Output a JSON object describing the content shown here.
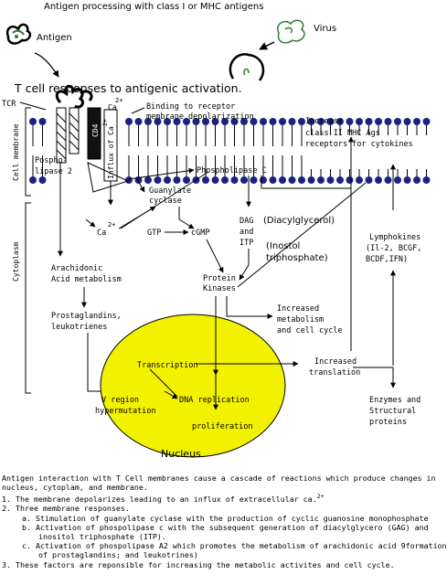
{
  "diagram": {
    "title": "Antigen processing with class I or MHC antigens",
    "antigen_label": "Antigen",
    "virus_label": "Virus",
    "subtitle": "T cell responses to antigenic activation.",
    "tcr_label": "TCR",
    "cd4_label": "CD4",
    "ca_top_label": "Ca",
    "ca_top_sup": "2+",
    "influx_label": "Influx of Ca",
    "influx_sup": "2+",
    "binding_label_1": "Binding to receptor",
    "binding_label_2": "membrane depolarization",
    "increase_label_1": "Increase",
    "increase_label_2": "class II MHC Ags",
    "increase_label_3": "receptors for cytokines",
    "cell_membrane_label": "Cell membrane",
    "cytoplasm_label": "Cytoplasm",
    "phospholipase2_label_1": "Pospho-",
    "phospholipase2_label_2": "lipase 2",
    "phospholipaseC_label": "Phospholipase C",
    "guanylate_label_1": "Guanylate",
    "guanylate_label_2": "cyclase",
    "ca_mid_label": "Ca",
    "ca_mid_sup": "2+",
    "gtp_label": "GTP",
    "cgmp_label": "cGMP",
    "dag_label_1": "DAG",
    "dag_label_2": "and",
    "dag_label_3": "ITP",
    "diacyl_label": "(Diacylglycerol)",
    "inostol_label_1": "(Inostol",
    "inostol_label_2": "triphosphate)",
    "arachidonic_label_1": "Arachidonic",
    "arachidonic_label_2": "Acid metabolism",
    "protein_kinases_label_1": "Protein",
    "protein_kinases_label_2": "Kinases",
    "lymphokines_label_1": "Lymphokines",
    "lymphokines_label_2": "(Il-2, BCGF,",
    "lymphokines_label_3": "BCDF,IFN)",
    "prostaglandins_label_1": "Prostaglandins,",
    "prostaglandins_label_2": "leukotrienes",
    "increased_metab_label_1": "Increased",
    "increased_metab_label_2": "metabolism",
    "increased_metab_label_3": "and cell cycle",
    "increased_transl_label_1": "Increased",
    "increased_transl_label_2": "translation",
    "transcription_label": "Transcription",
    "vregion_label_1": "V region",
    "vregion_label_2": "hypermutation",
    "dna_replication_label": "DNA replication",
    "proliferation_label": "proliferation",
    "nucleus_label": "Nucleus",
    "enzymes_label_1": "Enzymes and",
    "enzymes_label_2": "Structural",
    "enzymes_label_3": "proteins"
  },
  "caption": {
    "intro_1": "Antigen interaction with T Cell membranes cause a cascade of reactions which produce changes in",
    "intro_2": "nucleus, cytoplam, and membrane.",
    "item1": "1. The membrane depolarizes leading to an influx of extracellular ca.",
    "item1_sup": "2+",
    "item2": "2. Three membrane responses.",
    "item2a": "a. Stimulation of guanylate cyclase with the production of cyclic guanosine monophosphate",
    "item2b_1": "b. Activation of phospolipase c with the subsequent generation of diacylglycero (GAG) and",
    "item2b_2": "inositol triphosphate (ITP).",
    "item2c_1": "c. Activation of phospolipase A2 which promotes the metabolism of arachidonic acid 9formation",
    "item2c_2": "of prostaglandins; and leukotrines)",
    "item3": "3. These factors are reponsible for increasing the metabolic activites and cell cycle."
  },
  "colors": {
    "nucleus_fill": "#f2f200",
    "membrane_blue": "#1a237e",
    "antigen_green": "#2e7d32",
    "virus_outline": "#000000"
  }
}
